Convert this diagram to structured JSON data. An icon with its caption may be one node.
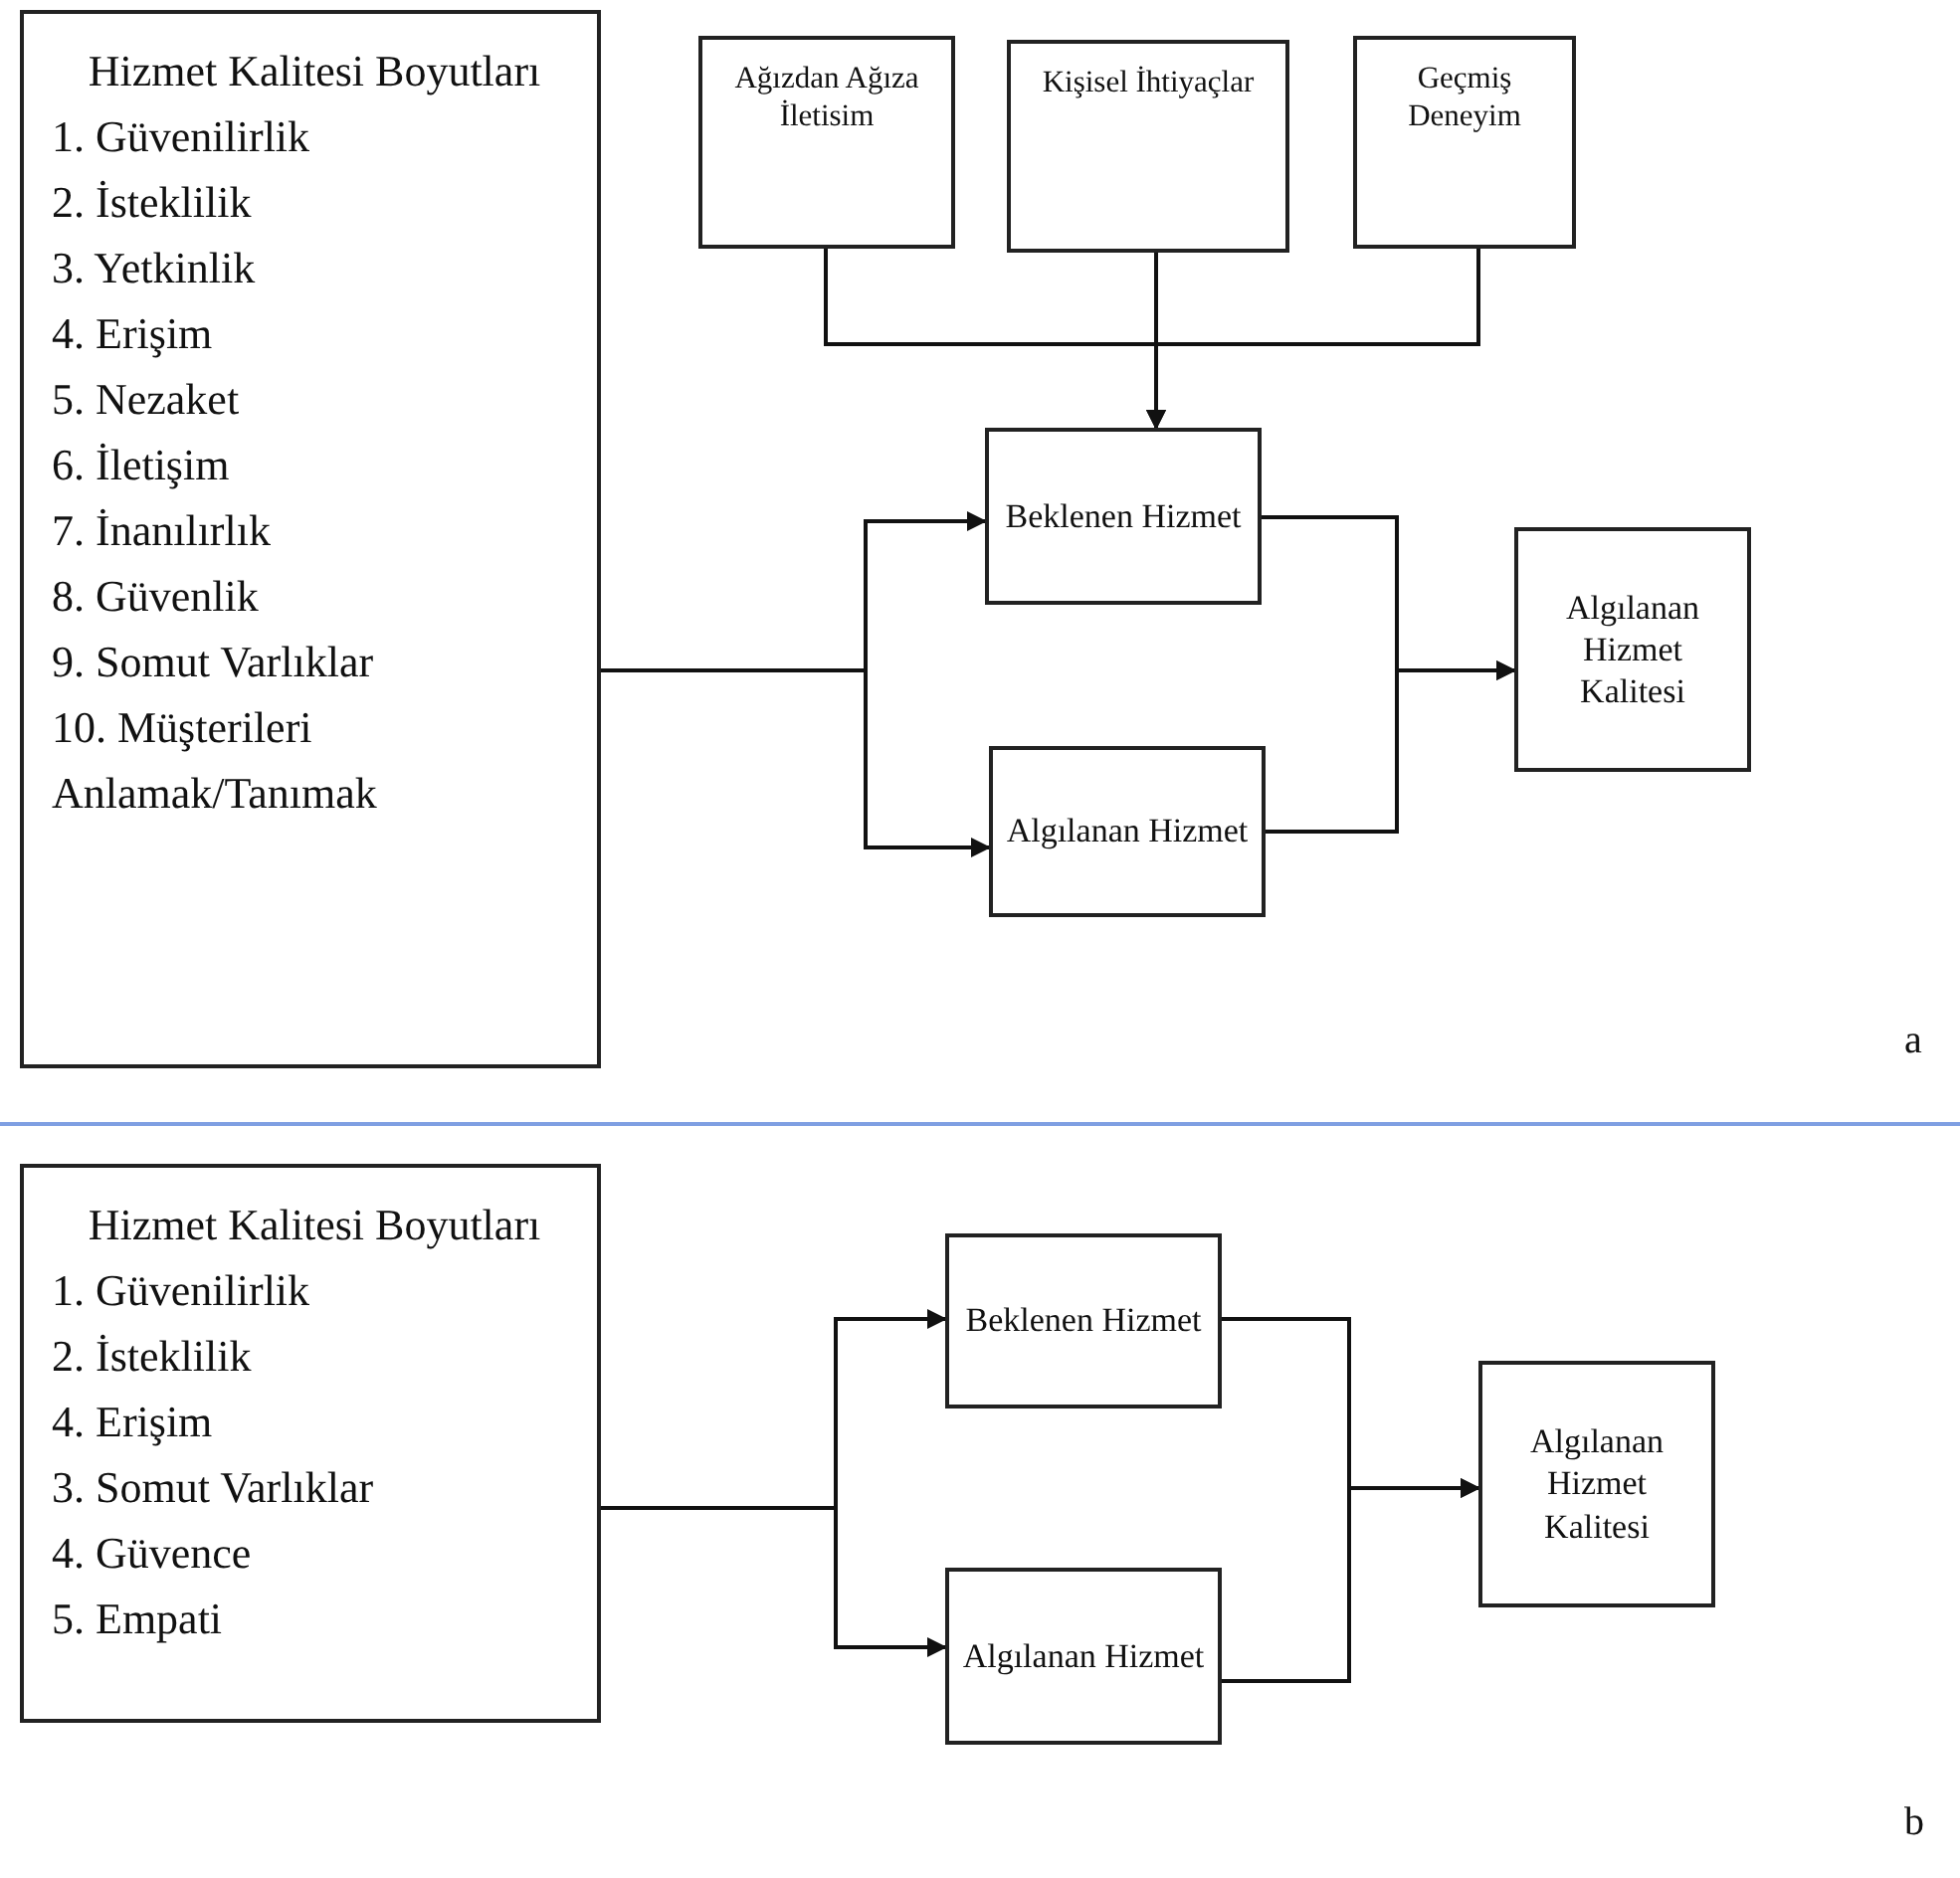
{
  "diagram": {
    "nodes": [
      {
        "text": [
          "Hizmet Kalitesi Boyutları",
          "1. Güvenilirlik",
          "2. İsteklilik",
          "3. Yetkinlik",
          "4. Erişim",
          "5. Nezaket",
          "6. İletişim",
          "7. İnanılırlık",
          "8. Güvenlik",
          "9. Somut Varlıklar",
          "10. Müşterileri Anlamak/Tanımak"
        ]
      },
      {
        "text": [
          "Ağızdan Ağıza İletisim"
        ]
      },
      {
        "text": [
          "Kişisel İhtiyaçlar"
        ]
      },
      {
        "text": [
          "Geçmiş Deneyim"
        ]
      },
      {
        "text": [
          "Beklenen Hizmet"
        ]
      },
      {
        "text": [
          "Algılanan Hizmet"
        ]
      },
      {
        "text": [
          "Algılanan Hizmet Kalitesi"
        ]
      },
      {
        "text": [
          "Hizmet Kalitesi Boyutları",
          "1. Güvenilirlik",
          "2. İsteklilik",
          "4. Erişim",
          "3. Somut Varlıklar",
          "4. Güvence",
          "5. Empati"
        ]
      },
      {
        "text": [
          "Beklenen Hizmet"
        ]
      },
      {
        "text": [
          "Algılanan Hizmet"
        ]
      },
      {
        "text": [
          "Algılanan Hizmet Kalitesi"
        ]
      }
    ],
    "edges": [
      {
        "from": 1,
        "to": 4,
        "arrow": "to"
      },
      {
        "from": 2,
        "to": 4,
        "arrow": "to"
      },
      {
        "from": 3,
        "to": 4,
        "arrow": "to"
      },
      {
        "from": 0,
        "to": 4,
        "arrow": "to"
      },
      {
        "from": 0,
        "to": 5,
        "arrow": "to"
      },
      {
        "from": 4,
        "to": 6,
        "arrow": "to"
      },
      {
        "from": 5,
        "to": 6,
        "arrow": "to"
      },
      {
        "from": 7,
        "to": 8,
        "arrow": "to"
      },
      {
        "from": 7,
        "to": 9,
        "arrow": "to"
      },
      {
        "from": 8,
        "to": 10,
        "arrow": "to"
      },
      {
        "from": 9,
        "to": 10,
        "arrow": "to"
      }
    ],
    "labels": [
      "a",
      "b"
    ]
  }
}
